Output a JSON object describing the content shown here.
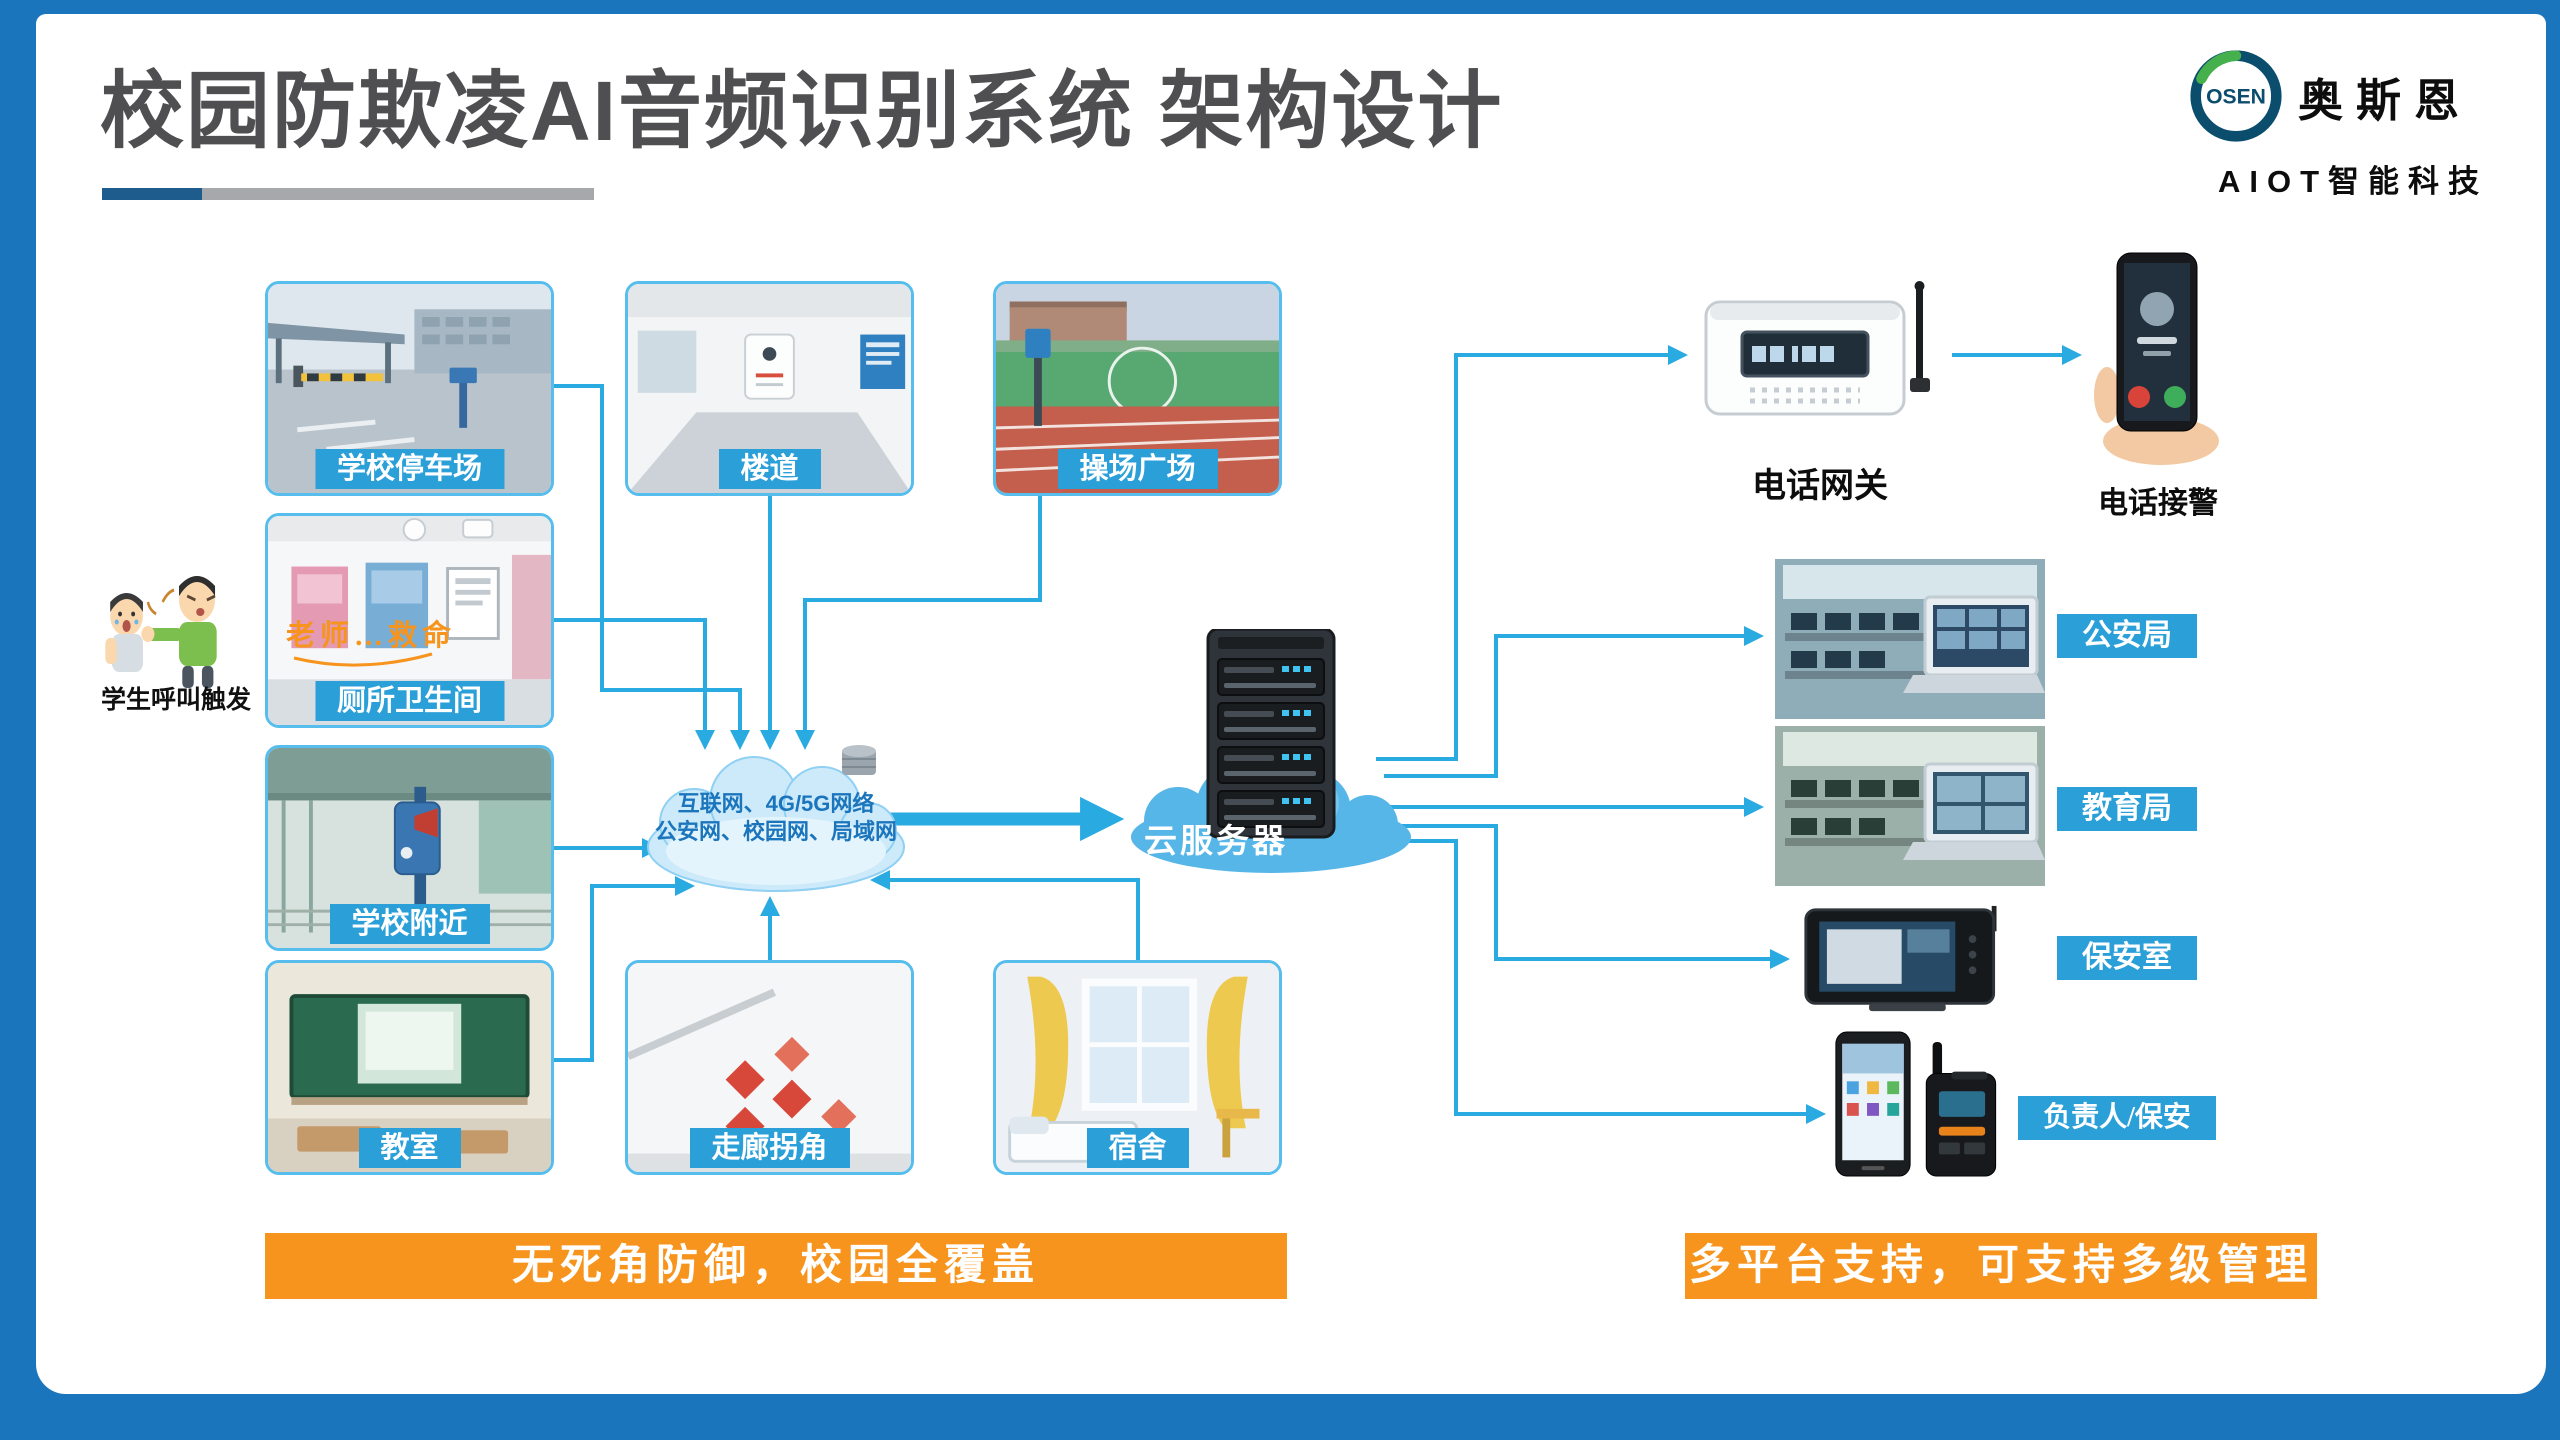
{
  "page": {
    "title": "校园防欺凌AI音频识别系统 架构设计"
  },
  "logo": {
    "brand": "OSEN",
    "name": "奥斯恩",
    "subtitle": "AIOT智能科技"
  },
  "trigger": {
    "speech": "老师…救命",
    "caption": "学生呼叫触发"
  },
  "locations": [
    {
      "id": "parking",
      "label": "学校停车场"
    },
    {
      "id": "corridor",
      "label": "楼道"
    },
    {
      "id": "playground",
      "label": "操场广场"
    },
    {
      "id": "toilet",
      "label": "厕所卫生间"
    },
    {
      "id": "near-school",
      "label": "学校附近"
    },
    {
      "id": "classroom",
      "label": "教室"
    },
    {
      "id": "corner",
      "label": "走廊拐角"
    },
    {
      "id": "dorm",
      "label": "宿舍"
    }
  ],
  "network_cloud": {
    "line1": "互联网、4G/5G网络",
    "line2": "公安网、校园网、局域网"
  },
  "server": {
    "label": "云服务器"
  },
  "alarm": {
    "gateway_label": "电话网关",
    "phone_label": "电话接警"
  },
  "destinations": [
    {
      "id": "police",
      "label": "公安局"
    },
    {
      "id": "education",
      "label": "教育局"
    },
    {
      "id": "security-room",
      "label": "保安室"
    },
    {
      "id": "manager",
      "label": "负责人/保安"
    }
  ],
  "banners": {
    "left": "无死角防御，校园全覆盖",
    "right": "多平台支持，可支持多级管理"
  },
  "colors": {
    "accent_blue": "#29ABE2",
    "label_blue": "#2B9FD8",
    "banner_orange": "#F7941D",
    "frame_blue": "#1B75BC",
    "cloud_text_blue": "#1B75BC",
    "title_gray": "#4F4F51"
  }
}
